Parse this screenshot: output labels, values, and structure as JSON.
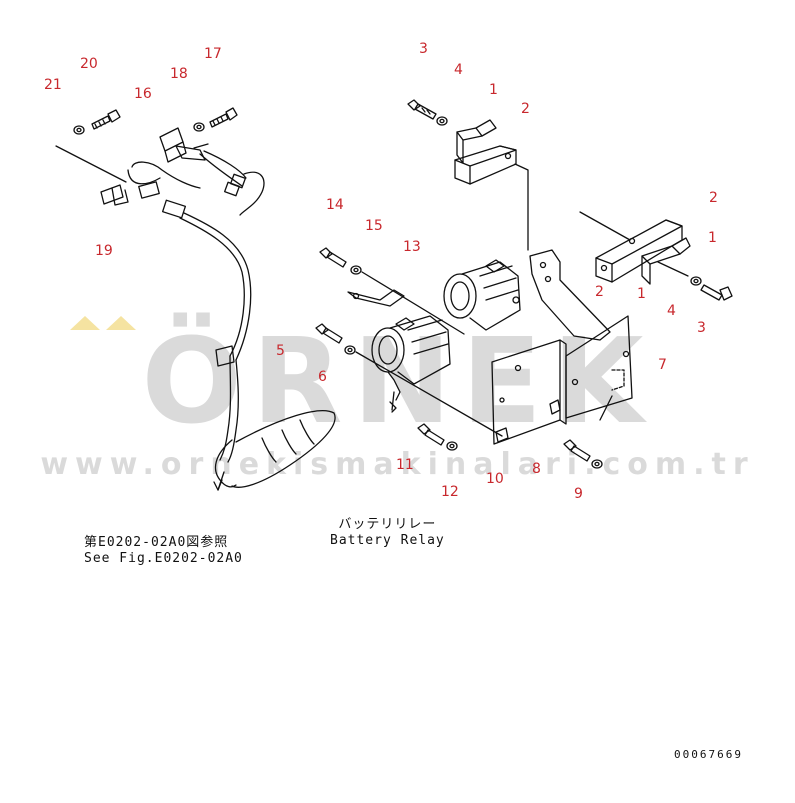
{
  "watermark": {
    "brand": "ÖRNEK",
    "url": "www.ornekismakinalari.com.tr"
  },
  "callouts": [
    "1",
    "1",
    "1",
    "2",
    "2",
    "2",
    "3",
    "3",
    "4",
    "4",
    "5",
    "6",
    "7",
    "8",
    "9",
    "10",
    "11",
    "12",
    "13",
    "14",
    "15",
    "16",
    "17",
    "18",
    "19",
    "20",
    "21"
  ],
  "notes": {
    "ref_jp": "第E0202-02A0図参照",
    "ref_en": "See Fig.E0202-02A0",
    "relay_jp": "バッテリリレー",
    "relay_en": "Battery Relay"
  },
  "doc_id": "00067669",
  "colors": {
    "callout": "#c8282d",
    "line": "#111111",
    "watermark": "#bdbdbd",
    "watermark_accent": "#f2dc8a"
  }
}
